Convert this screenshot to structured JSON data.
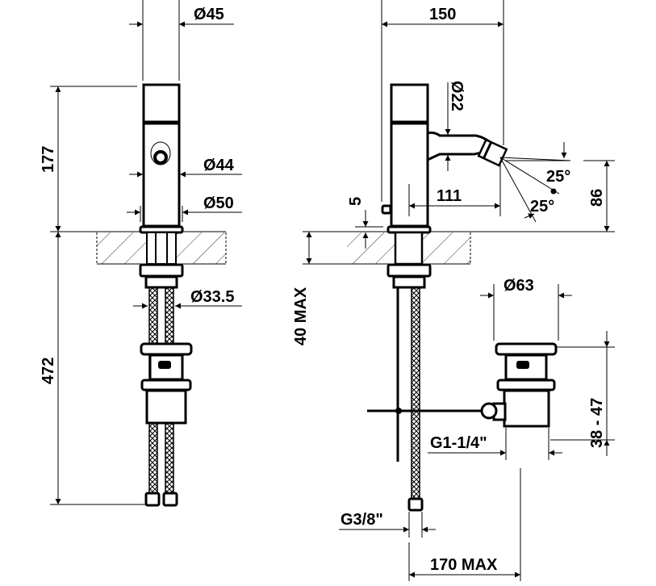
{
  "drawing": {
    "front_view": {
      "top_diameter": "Ø45",
      "body_diameter": "Ø44",
      "base_diameter": "Ø50",
      "shank_diameter": "Ø33.5",
      "height_above_deck": "177",
      "length_below_deck": "472"
    },
    "side_view": {
      "overall_depth": "150",
      "spout_diameter": "Ø22",
      "spout_reach": "111",
      "lever_offset": "5",
      "spout_height": "86",
      "spray_angle_up": "25°",
      "spray_angle_down": "25°",
      "deck_thickness": "40 MAX",
      "hose_connection": "G3/8\"",
      "waste_diameter": "Ø63",
      "waste_thread": "G1-1/4\"",
      "waste_adjust": "38 - 47",
      "rod_length": "170 MAX"
    },
    "color": "#000000"
  }
}
